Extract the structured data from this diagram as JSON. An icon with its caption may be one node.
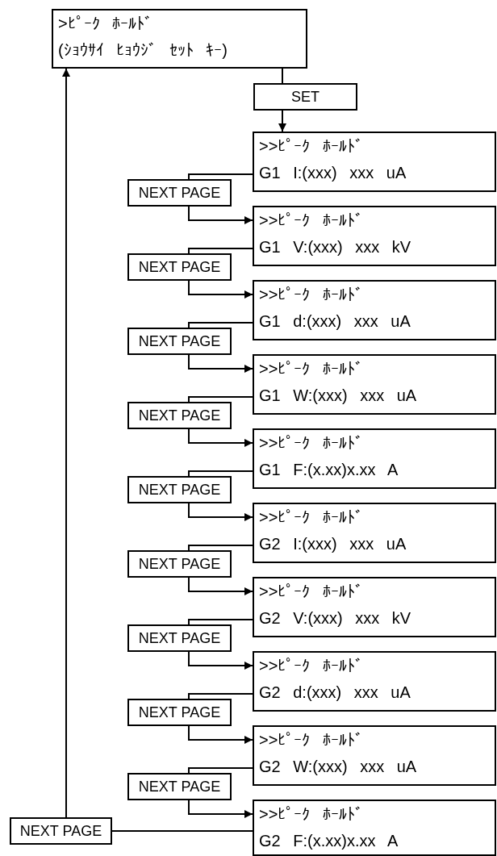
{
  "diagram": {
    "nodes": [
      {
        "text": [
          ">ﾋﾟｰｸ ﾎｰﾙﾄﾞ",
          "(ｼｮｳｻｲ ﾋｮｳｼﾞ ｾｯﾄ ｷｰ)"
        ]
      },
      {
        "text": [
          "SET"
        ]
      },
      {
        "text": [
          ">>ﾋﾟｰｸ ﾎｰﾙﾄﾞ",
          "G1 I:(xxx) xxx uA"
        ]
      },
      {
        "text": [
          "NEXT PAGE"
        ]
      },
      {
        "text": [
          ">>ﾋﾟｰｸ ﾎｰﾙﾄﾞ",
          "G1 V:(xxx) xxx kV"
        ]
      },
      {
        "text": [
          "NEXT PAGE"
        ]
      },
      {
        "text": [
          ">>ﾋﾟｰｸ ﾎｰﾙﾄﾞ",
          "G1 d:(xxx) xxx uA"
        ]
      },
      {
        "text": [
          "NEXT PAGE"
        ]
      },
      {
        "text": [
          ">>ﾋﾟｰｸ ﾎｰﾙﾄﾞ",
          "G1 W:(xxx) xxx uA"
        ]
      },
      {
        "text": [
          "NEXT PAGE"
        ]
      },
      {
        "text": [
          ">>ﾋﾟｰｸ ﾎｰﾙﾄﾞ",
          "G1 F:(x.xx)x.xx A"
        ]
      },
      {
        "text": [
          "NEXT PAGE"
        ]
      },
      {
        "text": [
          ">>ﾋﾟｰｸ ﾎｰﾙﾄﾞ",
          "G2 I:(xxx) xxx uA"
        ]
      },
      {
        "text": [
          "NEXT PAGE"
        ]
      },
      {
        "text": [
          ">>ﾋﾟｰｸ ﾎｰﾙﾄﾞ",
          "G2 V:(xxx) xxx kV"
        ]
      },
      {
        "text": [
          "NEXT PAGE"
        ]
      },
      {
        "text": [
          ">>ﾋﾟｰｸ ﾎｰﾙﾄﾞ",
          "G2 d:(xxx) xxx uA"
        ]
      },
      {
        "text": [
          "NEXT PAGE"
        ]
      },
      {
        "text": [
          ">>ﾋﾟｰｸ ﾎｰﾙﾄﾞ",
          "G2 W:(xxx) xxx uA"
        ]
      },
      {
        "text": [
          "NEXT PAGE"
        ]
      },
      {
        "text": [
          ">>ﾋﾟｰｸ ﾎｰﾙﾄﾞ",
          "G2 F:(x.xx)x.xx A"
        ]
      },
      {
        "text": [
          "NEXT PAGE"
        ]
      }
    ],
    "edges": [
      {
        "from": 0,
        "to": 1,
        "arrow": "none"
      },
      {
        "from": 1,
        "to": 2,
        "arrow": "to"
      },
      {
        "from": 2,
        "to": 3,
        "arrow": "none"
      },
      {
        "from": 3,
        "to": 4,
        "arrow": "to"
      },
      {
        "from": 4,
        "to": 5,
        "arrow": "none"
      },
      {
        "from": 5,
        "to": 6,
        "arrow": "to"
      },
      {
        "from": 6,
        "to": 7,
        "arrow": "none"
      },
      {
        "from": 7,
        "to": 8,
        "arrow": "to"
      },
      {
        "from": 8,
        "to": 9,
        "arrow": "none"
      },
      {
        "from": 9,
        "to": 10,
        "arrow": "to"
      },
      {
        "from": 10,
        "to": 11,
        "arrow": "none"
      },
      {
        "from": 11,
        "to": 12,
        "arrow": "to"
      },
      {
        "from": 12,
        "to": 13,
        "arrow": "none"
      },
      {
        "from": 13,
        "to": 14,
        "arrow": "to"
      },
      {
        "from": 14,
        "to": 15,
        "arrow": "none"
      },
      {
        "from": 15,
        "to": 16,
        "arrow": "to"
      },
      {
        "from": 16,
        "to": 17,
        "arrow": "none"
      },
      {
        "from": 17,
        "to": 18,
        "arrow": "to"
      },
      {
        "from": 18,
        "to": 19,
        "arrow": "none"
      },
      {
        "from": 19,
        "to": 20,
        "arrow": "to"
      },
      {
        "from": 20,
        "to": 21,
        "arrow": "none"
      },
      {
        "from": 21,
        "to": 0,
        "arrow": "to"
      }
    ]
  }
}
